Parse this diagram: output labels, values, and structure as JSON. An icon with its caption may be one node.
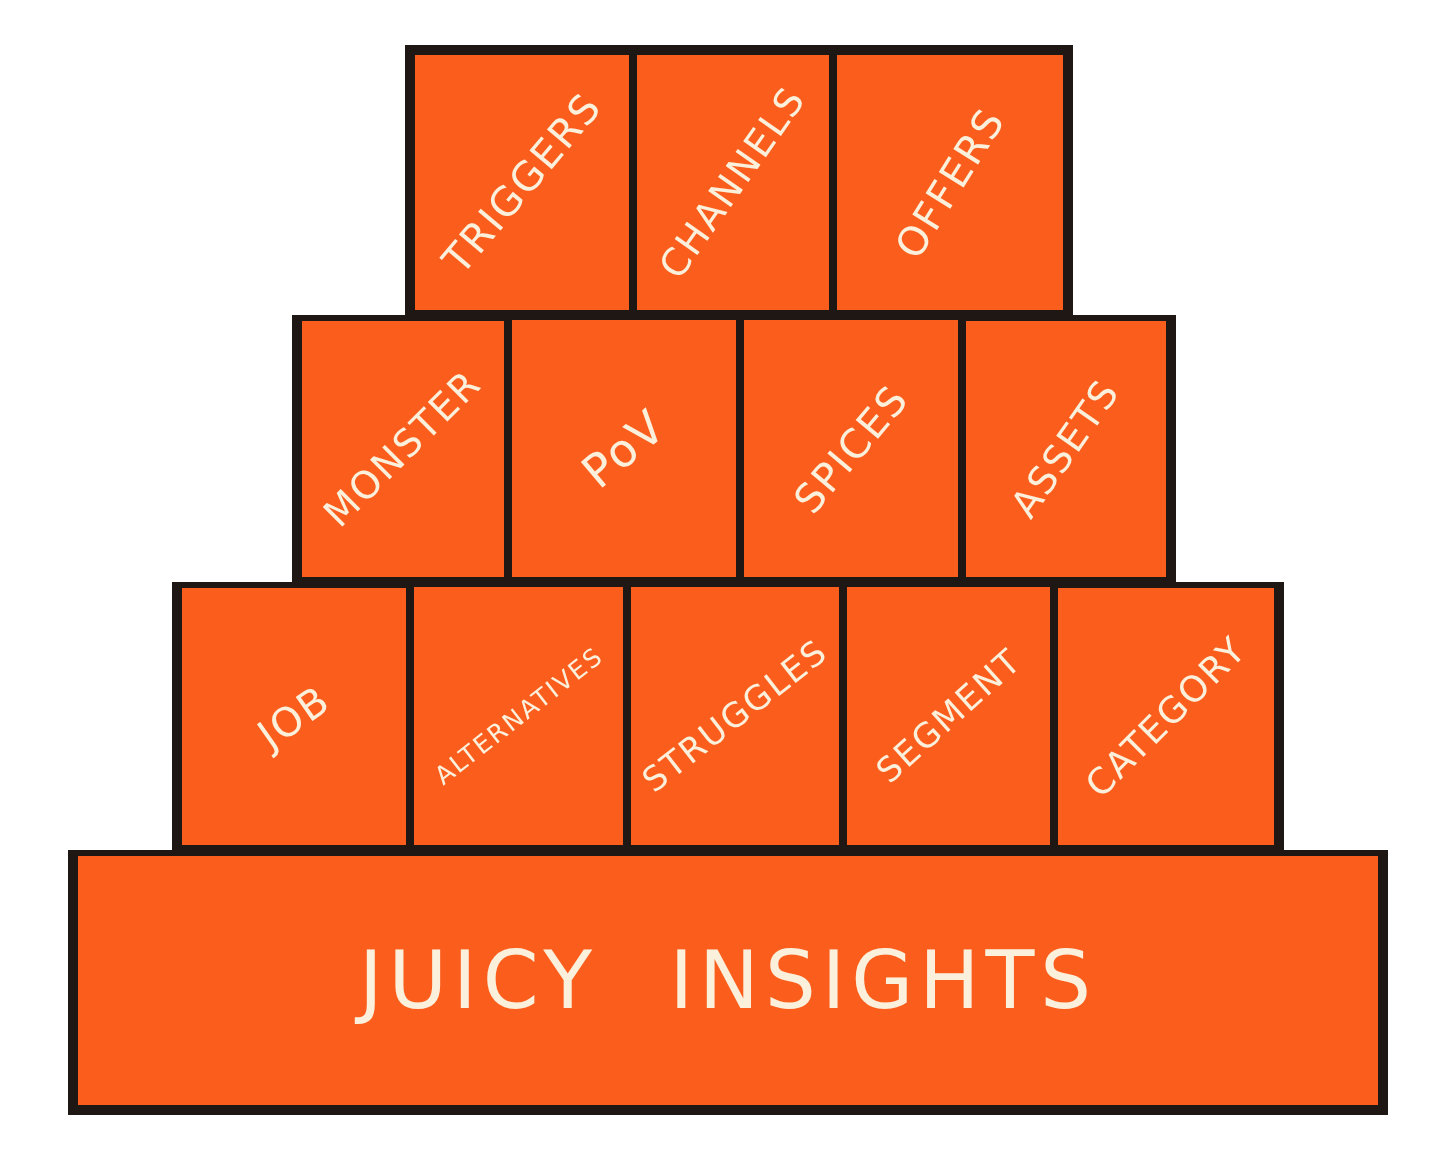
{
  "diagram": {
    "nodes": [
      {
        "text": [
          "TRIGGERS"
        ]
      },
      {
        "text": [
          "CHANNELS"
        ]
      },
      {
        "text": [
          "OFFERS"
        ]
      },
      {
        "text": [
          "MONSTER"
        ]
      },
      {
        "text": [
          "PoV"
        ]
      },
      {
        "text": [
          "SPICES"
        ]
      },
      {
        "text": [
          "ASSETS"
        ]
      },
      {
        "text": [
          "JOB"
        ]
      },
      {
        "text": [
          "ALTERNATIVES"
        ]
      },
      {
        "text": [
          "STRUGGLES"
        ]
      },
      {
        "text": [
          "SEGMENT"
        ]
      },
      {
        "text": [
          "CATEGORY"
        ]
      },
      {
        "text": [
          "JUICY INSIGHTS"
        ]
      }
    ]
  }
}
